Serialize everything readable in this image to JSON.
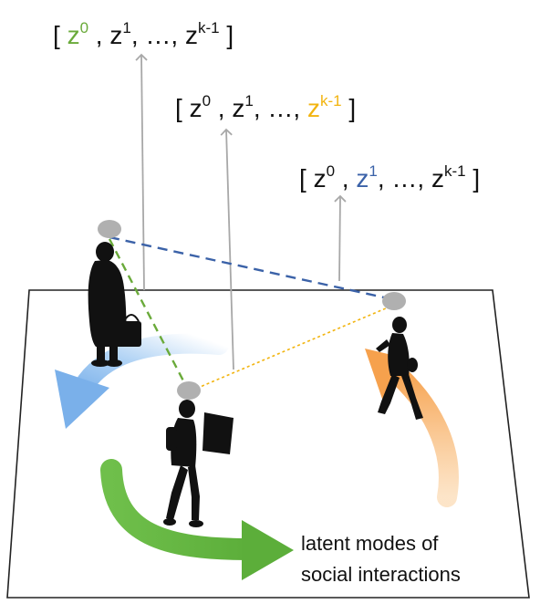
{
  "vectors": [
    {
      "open": "[",
      "close": "]",
      "elements": [
        {
          "base": "z",
          "sup": "0",
          "color": "#6aaa3a"
        },
        {
          "base": "z",
          "sup": "1",
          "color": "#111111"
        },
        {
          "base": "z",
          "sup": "k-1",
          "color": "#111111"
        }
      ],
      "ellipsis": "…,"
    },
    {
      "open": "[",
      "close": "]",
      "elements": [
        {
          "base": "z",
          "sup": "0",
          "color": "#111111"
        },
        {
          "base": "z",
          "sup": "1",
          "color": "#111111"
        },
        {
          "base": "z",
          "sup": "k-1",
          "color": "#f2b40f"
        }
      ],
      "ellipsis": "…,"
    },
    {
      "open": "[",
      "close": "]",
      "elements": [
        {
          "base": "z",
          "sup": "0",
          "color": "#111111"
        },
        {
          "base": "z",
          "sup": "1",
          "color": "#3b62a8"
        },
        {
          "base": "z",
          "sup": "k-1",
          "color": "#111111"
        }
      ],
      "ellipsis": "…,"
    }
  ],
  "caption": {
    "line1": "latent modes of",
    "line2": "social interactions"
  },
  "colors": {
    "green": "#6aaa3a",
    "yellow": "#f2b40f",
    "blue": "#3b62a8",
    "light_blue_arrow": "#8fc0f0",
    "orange_arrow": "#f6b26b",
    "green_arrow": "#6fbf4b",
    "grey_arrow": "#a8a8a8",
    "node": "#b0b0b0"
  }
}
